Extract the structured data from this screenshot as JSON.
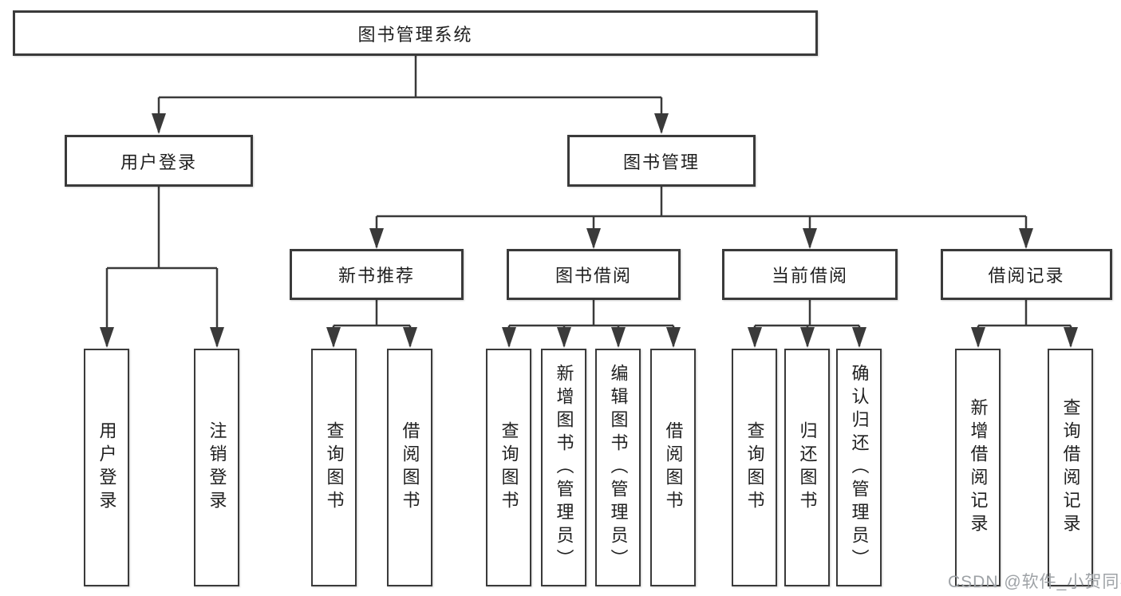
{
  "diagram": {
    "root": {
      "label": "图书管理系统",
      "children": [
        {
          "label": "用户登录",
          "children": [
            {
              "label": "用户登录"
            },
            {
              "label": "注销登录"
            }
          ]
        },
        {
          "label": "图书管理",
          "children": [
            {
              "label": "新书推荐",
              "children": [
                {
                  "label": "查询图书"
                },
                {
                  "label": "借阅图书"
                }
              ]
            },
            {
              "label": "图书借阅",
              "children": [
                {
                  "label": "查询图书"
                },
                {
                  "label": "新增图书（管理员）"
                },
                {
                  "label": "编辑图书（管理员）"
                },
                {
                  "label": "借阅图书"
                }
              ]
            },
            {
              "label": "当前借阅",
              "children": [
                {
                  "label": "查询图书"
                },
                {
                  "label": "归还图书"
                },
                {
                  "label": "确认归还（管理员）"
                }
              ]
            },
            {
              "label": "借阅记录",
              "children": [
                {
                  "label": "新增借阅记录"
                },
                {
                  "label": "查询借阅记录"
                }
              ]
            }
          ]
        }
      ]
    },
    "watermark": "CSDN @软件_小贺同学",
    "colors": {
      "line": "#3a3a3a",
      "box_border": "#3a3a3a",
      "text": "#1f1f1f",
      "watermark": "#9ea2a6",
      "background": "#ffffff"
    }
  }
}
